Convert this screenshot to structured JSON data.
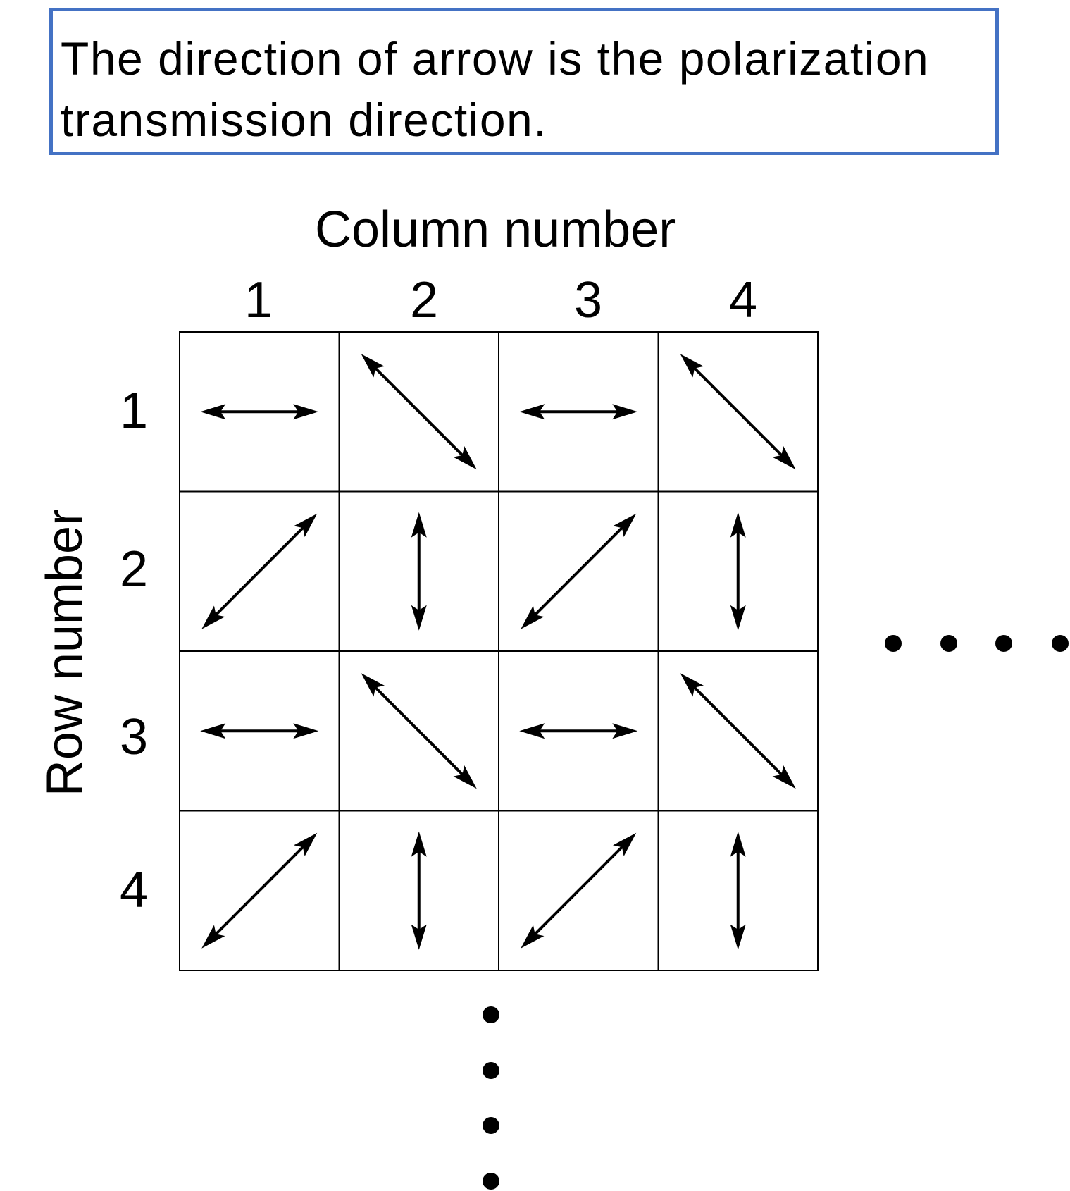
{
  "note": {
    "text": "The direction of arrow is the polarization\ntransmission direction."
  },
  "axes": {
    "column_title": "Column number",
    "row_title": "Row number",
    "column_numbers": [
      "1",
      "2",
      "3",
      "4"
    ],
    "row_numbers": [
      "1",
      "2",
      "3",
      "4"
    ]
  },
  "grid": {
    "rows": 4,
    "cols": 4,
    "orientations_deg": [
      [
        0,
        135,
        0,
        135
      ],
      [
        45,
        90,
        45,
        90
      ],
      [
        0,
        135,
        0,
        135
      ],
      [
        45,
        90,
        45,
        90
      ]
    ]
  },
  "continuation": {
    "right_dots": 4,
    "bottom_dots": 4
  },
  "colors": {
    "note_border": "#4472c4",
    "arrow": "#000000",
    "grid_line": "#000000"
  }
}
